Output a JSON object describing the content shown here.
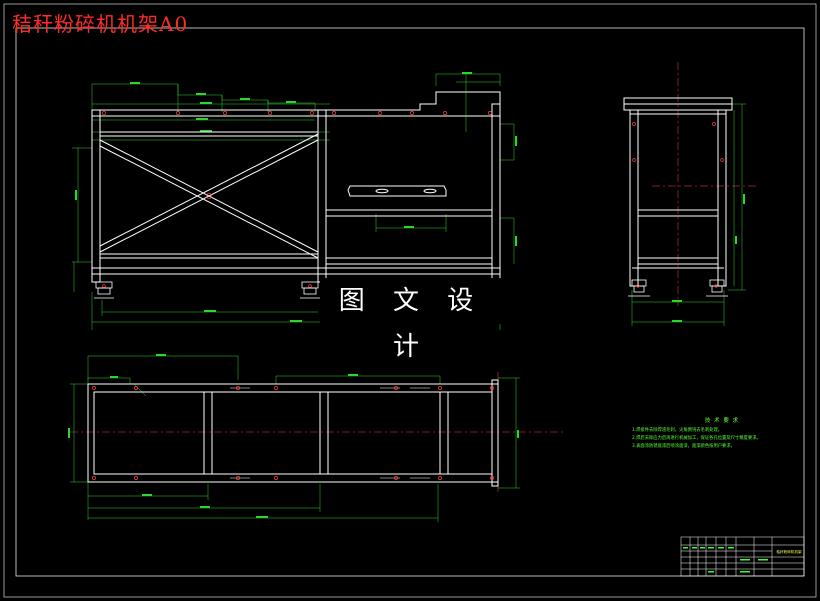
{
  "title": "秸秆粉碎机机架A0",
  "watermark": "图 文 设 计",
  "technical_requirements": {
    "heading": "技 术 要 求",
    "items": [
      "1.焊接件去除焊渣毛刺，尖角倒钝去毛刺处理。",
      "2.焊后去除应力后再进行机械加工，保证各孔位置及尺寸精度要求。",
      "3.表面涂防锈底漆后喷涂面漆，面漆颜色按用户要求。"
    ]
  },
  "title_block": {
    "drawing_name": "秸秆粉碎机机架"
  },
  "colors": {
    "background": "#000000",
    "frame": "#ffffff",
    "dimension": "#33ff33",
    "hole": "#ff3333",
    "centerline": "#ff3333",
    "title": "#ff2a2a"
  }
}
